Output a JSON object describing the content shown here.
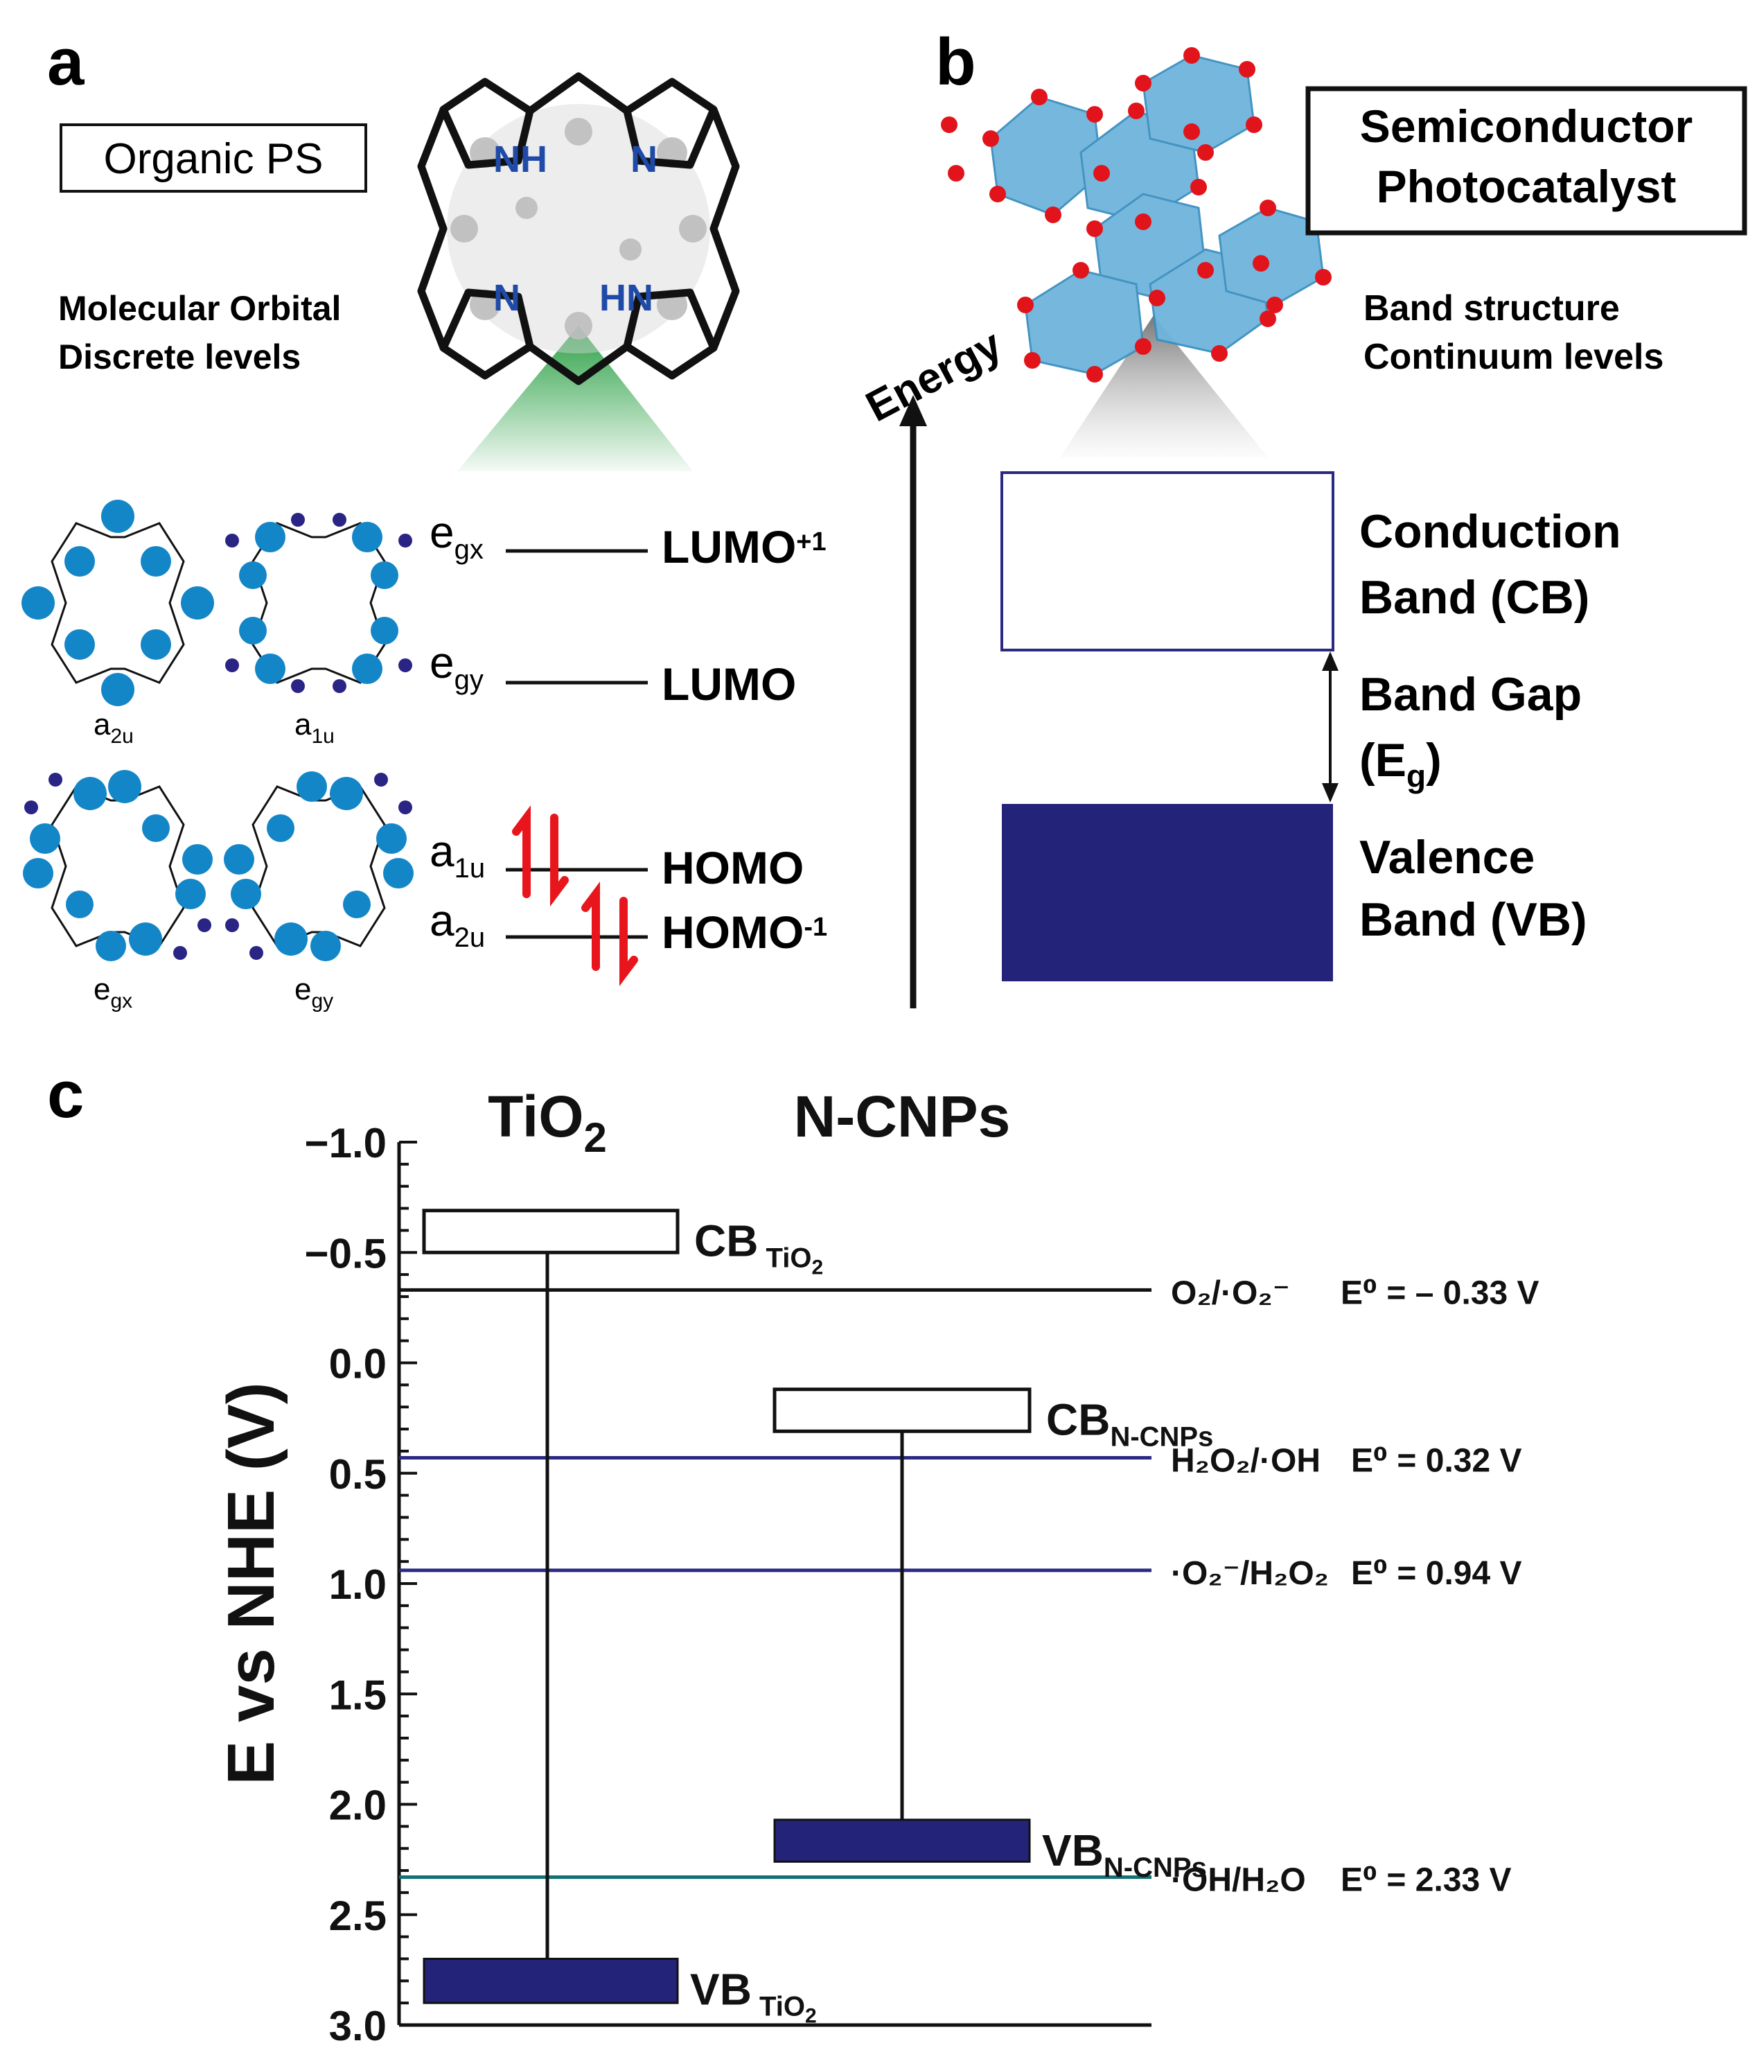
{
  "panel_a": {
    "letter": "a",
    "title": "Organic PS",
    "desc_line1": "Molecular Orbital",
    "desc_line2": "Discrete levels",
    "nh_labels": [
      "NH",
      "N",
      "N",
      "HN"
    ],
    "orbital_captions": [
      {
        "base": "a",
        "sub": "2u"
      },
      {
        "base": "a",
        "sub": "1u"
      },
      {
        "base": "e",
        "sub": "gx"
      },
      {
        "base": "e",
        "sub": "gy"
      }
    ],
    "levels": [
      {
        "sym": "e",
        "sub": "gx",
        "name": "LUMO",
        "sup": "+1",
        "electrons": false
      },
      {
        "sym": "e",
        "sub": "gy",
        "name": "LUMO",
        "sup": "",
        "electrons": false
      },
      {
        "sym": "a",
        "sub": "1u",
        "name": "HOMO",
        "sup": "",
        "electrons": true
      },
      {
        "sym": "a",
        "sub": "2u",
        "name": "HOMO",
        "sup": "-1",
        "electrons": true
      }
    ]
  },
  "panel_b": {
    "letter": "b",
    "title_line1": "Semiconductor",
    "title_line2": "Photocatalyst",
    "desc_line1": "Band structure",
    "desc_line2": "Continuum levels",
    "energy_label": "Energy",
    "cb_line1": "Conduction",
    "cb_line2": "Band (CB)",
    "gap_line1": "Band Gap",
    "gap_line2_pre": "(E",
    "gap_line2_sub": "g",
    "gap_line2_post": ")",
    "vb_line1": "Valence",
    "vb_line2": "Band (VB)"
  },
  "panel_c": {
    "letter": "c",
    "colors": {
      "band_fill": "#24237a",
      "navy_line": "#2b2a82",
      "teal_line": "#0f6f73",
      "black": "#111111"
    },
    "chart_data": {
      "type": "band-diagram",
      "ylabel": "E vs NHE (V)",
      "ylim": [
        -1.0,
        3.0
      ],
      "y_inverted": true,
      "yticks": [
        "−1.0",
        "−0.5",
        "0.0",
        "0.5",
        "1.0",
        "1.5",
        "2.0",
        "2.5",
        "3.0"
      ],
      "ytick_values": [
        -1.0,
        -0.5,
        0.0,
        0.5,
        1.0,
        1.5,
        2.0,
        2.5,
        3.0
      ],
      "materials": [
        {
          "name": "TiO",
          "name_sub": "2",
          "cb_label": "CB",
          "cb_sub": "TiO",
          "cb_sub2": "2",
          "vb_label": "VB",
          "vb_sub": "TiO",
          "vb_sub2": "2",
          "cb_top": -0.69,
          "cb_bottom": -0.5,
          "vb_top": 2.7,
          "vb_bottom": 2.9
        },
        {
          "name": "N-CNPs",
          "name_sub": "",
          "cb_label": "CB",
          "cb_sub": "N-CNPs",
          "cb_sub2": "",
          "vb_label": "VB",
          "vb_sub": "N-CNPs",
          "vb_sub2": "",
          "cb_top": 0.12,
          "cb_bottom": 0.31,
          "vb_top": 2.07,
          "vb_bottom": 2.26
        }
      ],
      "redox_lines": [
        {
          "potential": -0.33,
          "color": "black",
          "label": "O₂/·O₂⁻",
          "e0_text": "E⁰ = – 0.33 V"
        },
        {
          "potential": 0.43,
          "color": "navy",
          "label": "H₂O₂/·OH",
          "e0_text": "E⁰ = 0.32 V"
        },
        {
          "potential": 0.94,
          "color": "navy",
          "label": "·O₂⁻/H₂O₂",
          "e0_text": "E⁰ = 0.94 V"
        },
        {
          "potential": 2.33,
          "color": "teal",
          "label": "·OH/H₂O",
          "e0_text": "E⁰ = 2.33 V"
        }
      ]
    }
  }
}
